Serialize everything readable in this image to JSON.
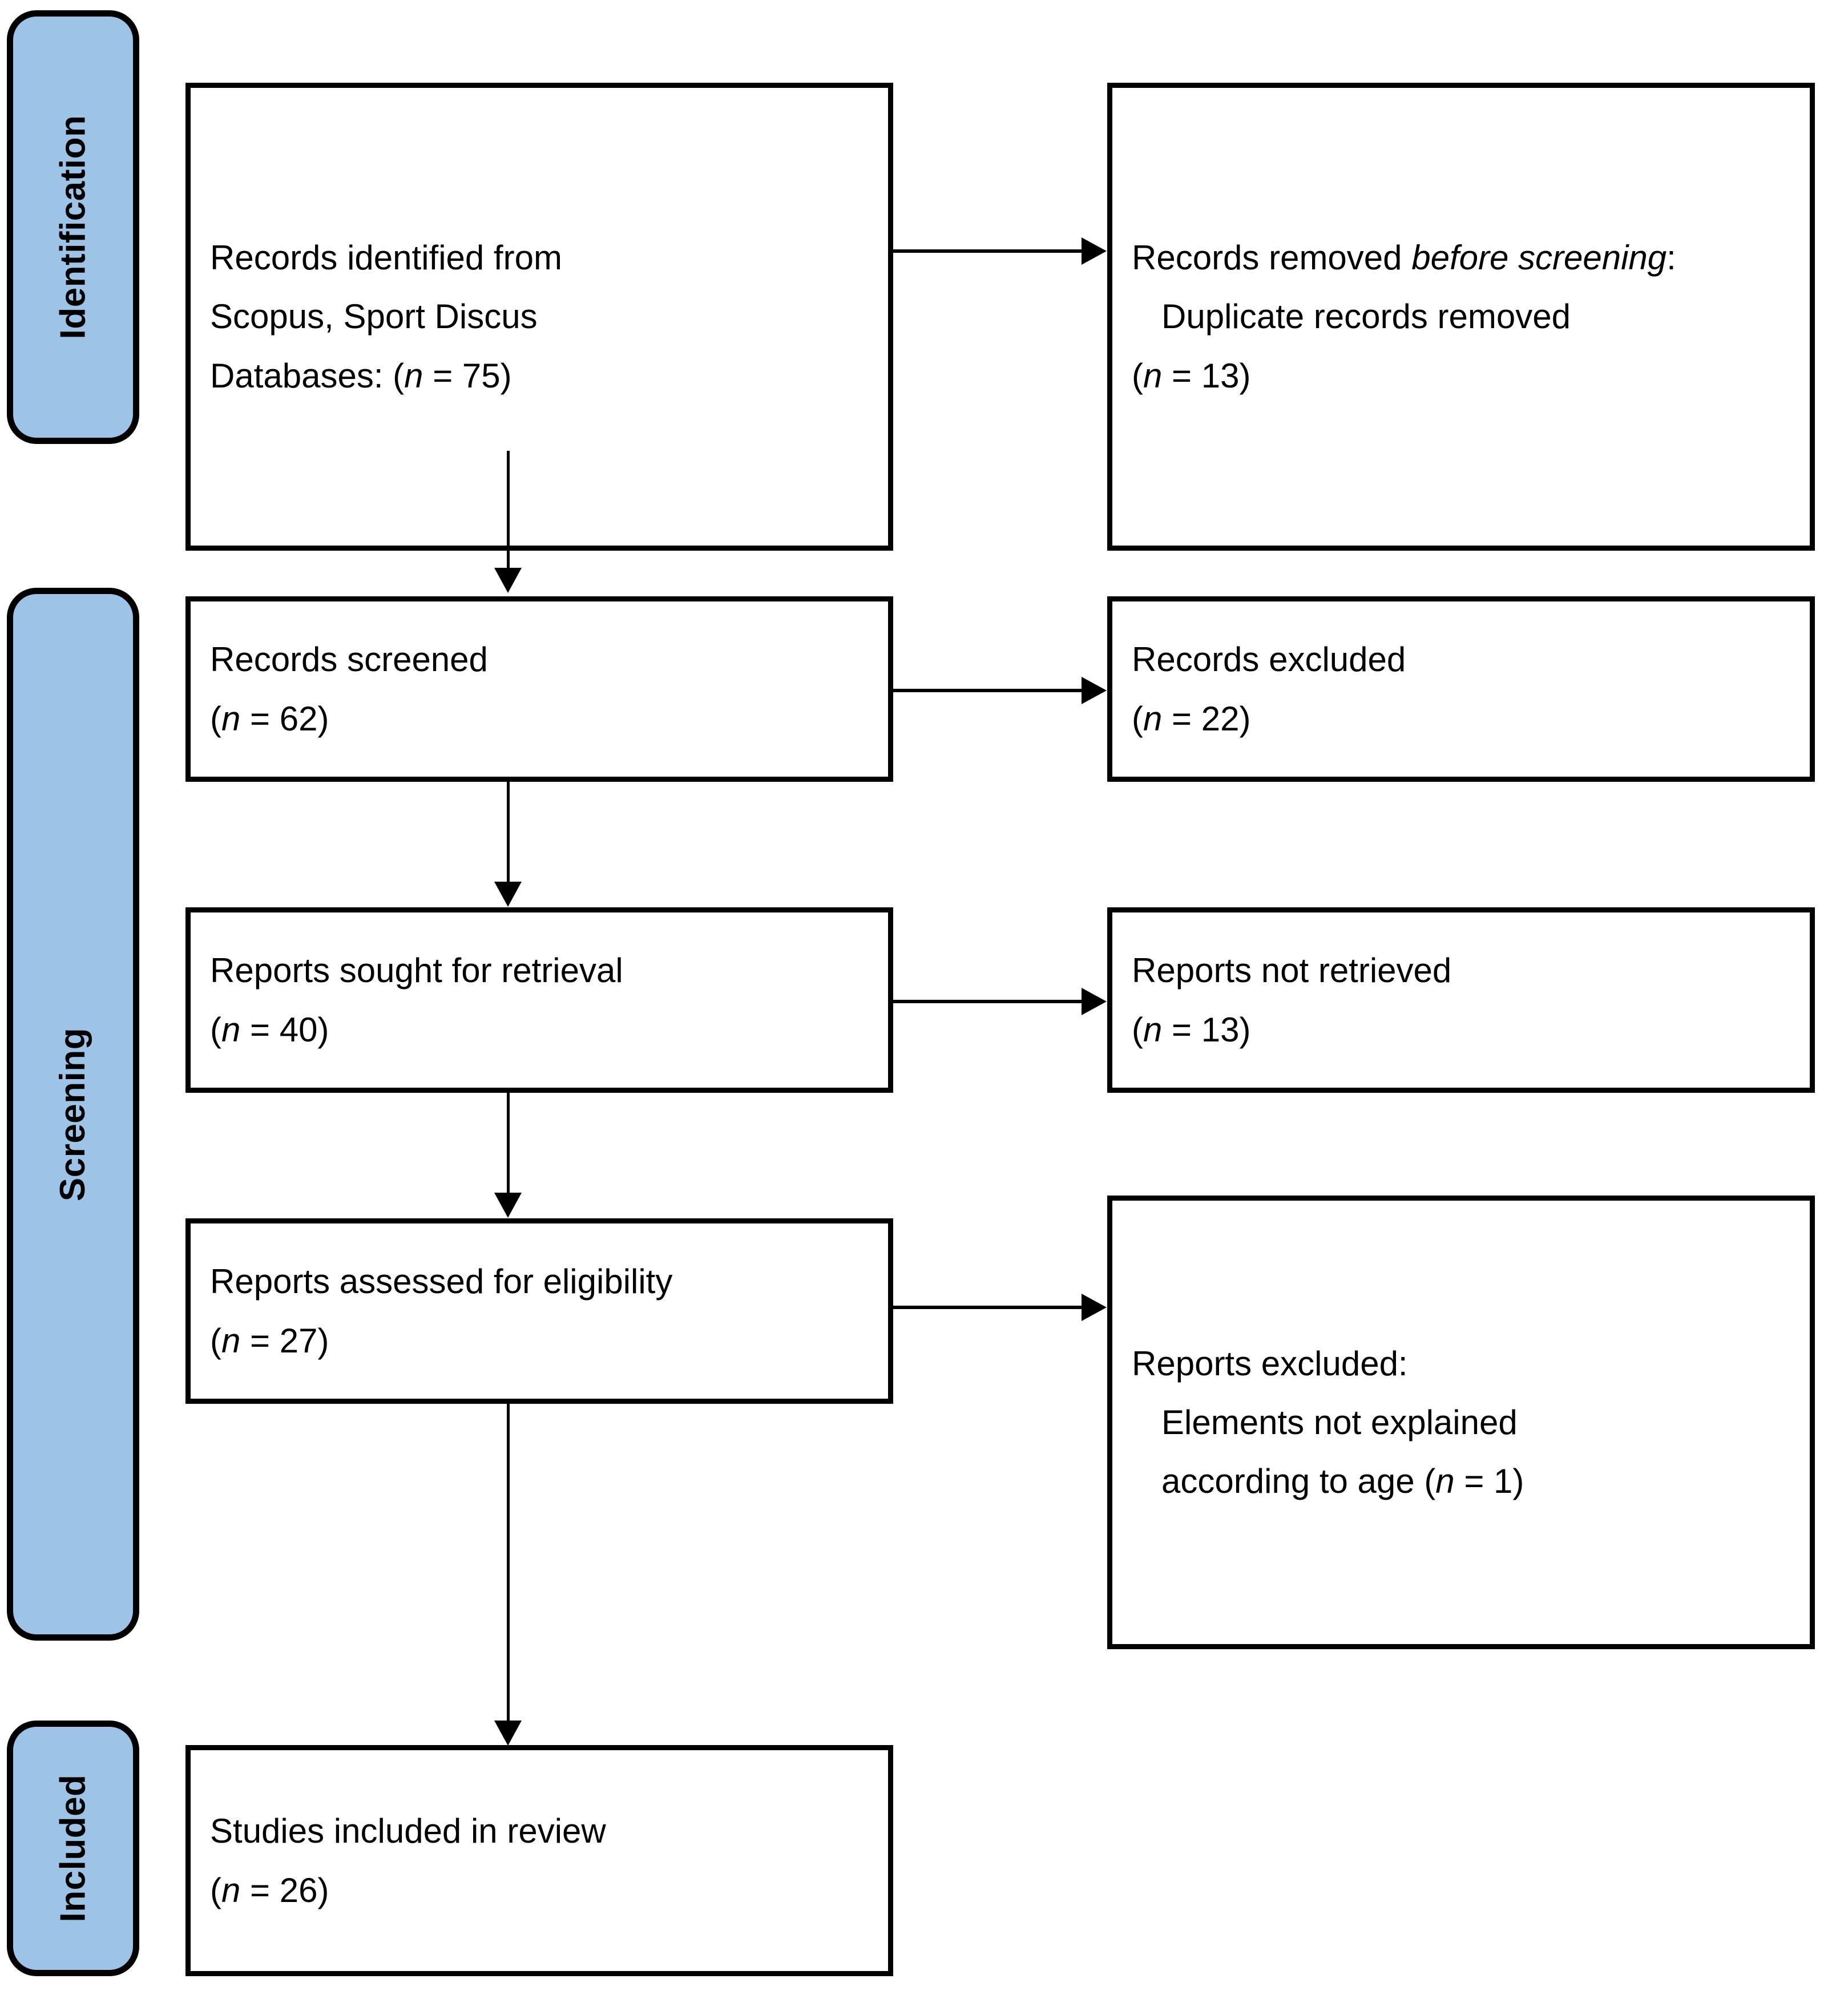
{
  "diagram": {
    "type": "prisma-flow-diagram",
    "title": "PRISMA 2020 flow diagram",
    "colors": {
      "stage_label_fill": "#9DC3E6",
      "stage_label_border": "#000000",
      "box_fill": "#FFFFFF",
      "box_border": "#000000",
      "connector": "#000000"
    }
  },
  "stages": [
    {
      "id": "identification",
      "label": "Identification"
    },
    {
      "id": "screening",
      "label": "Screening"
    },
    {
      "id": "included",
      "label": "Included"
    }
  ],
  "boxes": {
    "records_identified": {
      "lines": [
        "Records identified from",
        "Scopus, Sport Discus",
        "Databases: (n = 75)"
      ],
      "count": 75
    },
    "records_removed": {
      "lines": [
        "Records removed before screening:",
        "Duplicate records removed",
        "(n = 13)"
      ],
      "heading_plain": "Records removed ",
      "heading_italic": "before screening",
      "heading_tail": ":",
      "detail": "Duplicate records removed",
      "count": 13
    },
    "records_screened": {
      "lines": [
        "Records screened",
        "(n = 62)"
      ],
      "title": "Records screened",
      "count": 62
    },
    "records_excluded": {
      "lines": [
        "Records excluded",
        "(n = 22)"
      ],
      "title": "Records excluded",
      "count": 22
    },
    "reports_sought": {
      "lines": [
        "Reports sought for retrieval",
        "(n = 40)"
      ],
      "title": "Reports sought for retrieval",
      "count": 40
    },
    "reports_not_retrieved": {
      "lines": [
        "Reports not retrieved",
        "(n = 13)"
      ],
      "title": "Reports not retrieved",
      "count": 13
    },
    "reports_assessed": {
      "lines": [
        "Reports assessed for eligibility",
        "(n = 27)"
      ],
      "title": "Reports assessed for eligibility",
      "count": 27
    },
    "reports_excluded": {
      "lines": [
        "Reports excluded:",
        "Elements not explained",
        "according to age (n = 1)"
      ],
      "title": "Reports excluded:",
      "reason_line1": "Elements not explained",
      "reason_line2_plain": "according to age (",
      "count": 1
    },
    "studies_included": {
      "lines": [
        "Studies included in review",
        "(n = 26)"
      ],
      "title": "Studies included in review",
      "count": 26
    }
  },
  "text": {
    "n_open": "(",
    "n_symbol": "n",
    "n_equals": " = ",
    "n_close": ")",
    "records_identified_l1": "Records identified from",
    "records_identified_l2": "Scopus, Sport Discus",
    "records_identified_l3_prefix": "Databases: (",
    "records_identified_l3_value": " = 75)",
    "records_removed_l1_prefix": "Records removed ",
    "records_removed_l1_italic": "before screening",
    "records_removed_l1_suffix": ":",
    "records_removed_l2": "Duplicate records removed",
    "records_removed_l3_prefix": "(",
    "records_removed_l3_value": " = 13)",
    "records_screened_l1": "Records screened",
    "records_screened_l2_prefix": "(",
    "records_screened_l2_value": " = 62)",
    "records_excluded_l1": "Records excluded",
    "records_excluded_l2_prefix": "(",
    "records_excluded_l2_value": " = 22)",
    "reports_sought_l1": "Reports sought for retrieval",
    "reports_sought_l2_prefix": "(",
    "reports_sought_l2_value": " = 40)",
    "reports_not_retrieved_l1": "Reports not retrieved",
    "reports_not_retrieved_l2_prefix": "(",
    "reports_not_retrieved_l2_value": " = 13)",
    "reports_assessed_l1": "Reports assessed for eligibility",
    "reports_assessed_l2_prefix": "(",
    "reports_assessed_l2_value": " = 27)",
    "reports_excluded_l1": "Reports excluded:",
    "reports_excluded_l2": "Elements not explained",
    "reports_excluded_l3_prefix": "according to age (",
    "reports_excluded_l3_value": " = 1)",
    "studies_included_l1": "Studies included in review",
    "studies_included_l2_prefix": "(",
    "studies_included_l2_value": " = 26)"
  },
  "flow": [
    {
      "from": "records_identified",
      "to": "records_removed",
      "direction": "right"
    },
    {
      "from": "records_identified",
      "to": "records_screened",
      "direction": "down"
    },
    {
      "from": "records_screened",
      "to": "records_excluded",
      "direction": "right"
    },
    {
      "from": "records_screened",
      "to": "reports_sought",
      "direction": "down"
    },
    {
      "from": "reports_sought",
      "to": "reports_not_retrieved",
      "direction": "right"
    },
    {
      "from": "reports_sought",
      "to": "reports_assessed",
      "direction": "down"
    },
    {
      "from": "reports_assessed",
      "to": "reports_excluded",
      "direction": "right"
    },
    {
      "from": "reports_assessed",
      "to": "studies_included",
      "direction": "down"
    }
  ]
}
